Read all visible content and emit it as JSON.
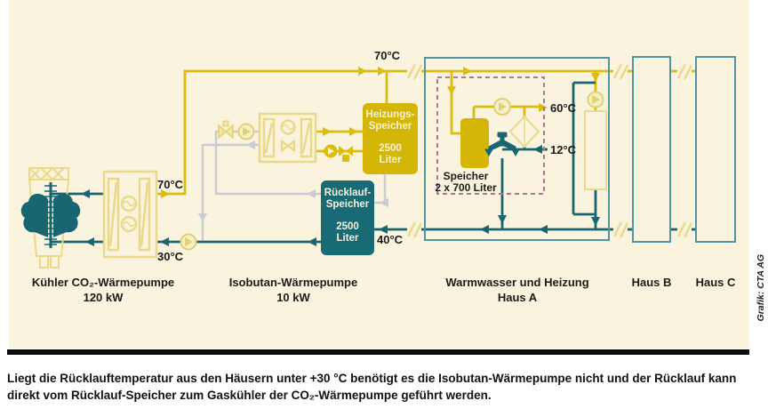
{
  "diagram": {
    "temps": {
      "co2_out": "70°C",
      "co2_in": "30°C",
      "supply_top": "70°C",
      "return_bottom": "40°C",
      "warmwater_out": "60°C",
      "coldwater_in": "12°C"
    },
    "tanks": {
      "heizungs": {
        "l1": "Heizungs-",
        "l2": "Speicher",
        "l3": "2500",
        "l4": "Liter"
      },
      "ruecklauf": {
        "l1": "Rücklauf-",
        "l2": "Speicher",
        "l3": "2500",
        "l4": "Liter"
      }
    },
    "labels": {
      "kuehler_1": "Kühler CO₂-Wärmepumpe",
      "kuehler_2": "120 kW",
      "isobutan_1": "Isobutan-Wärmepumpe",
      "isobutan_2": "10 kW",
      "haus_a_1": "Warmwasser und Heizung",
      "haus_a_2": "Haus A",
      "haus_b": "Haus B",
      "haus_c": "Haus C",
      "speicher_1": "Speicher",
      "speicher_2": "2 x 700 Liter"
    },
    "colors": {
      "background_cream": "#faf3dd",
      "hot_yellow": "#dcbc0c",
      "pale_component": "#ead98a",
      "cold_teal": "#176671",
      "house_border_teal": "#4f96a2",
      "inactive_gray": "#c9ccd1",
      "dashed_purple": "#b0739e"
    }
  },
  "caption": {
    "line1": "Liegt die Rücklauftemperatur aus den Häusern unter +30 °C benötigt es die Isobutan-Wärmepumpe nicht und der Rücklauf kann",
    "line2": "direkt vom Rücklauf-Speicher zum Gaskühler der CO₂-Wärmepumpe geführt werden."
  },
  "credit": "Grafik: CTA AG"
}
